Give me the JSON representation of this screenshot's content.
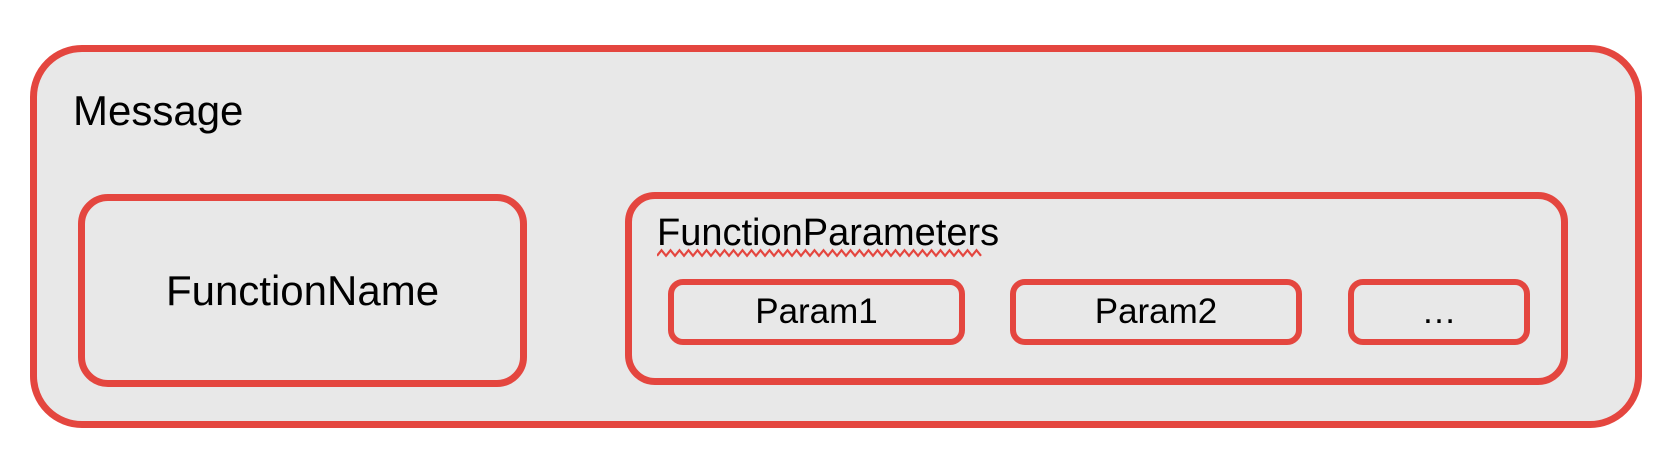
{
  "colors": {
    "accent-red": "#e4463f",
    "box-fill": "#e8e8e8",
    "text": "#000000",
    "page-bg": "#ffffff"
  },
  "diagram": {
    "message": {
      "label": "Message"
    },
    "function_name": {
      "label": "FunctionName"
    },
    "function_parameters": {
      "label": "FunctionParameters",
      "spellcheck_underline": "red-squiggle",
      "params": [
        {
          "label": "Param1"
        },
        {
          "label": "Param2"
        },
        {
          "label": "…"
        }
      ]
    }
  }
}
